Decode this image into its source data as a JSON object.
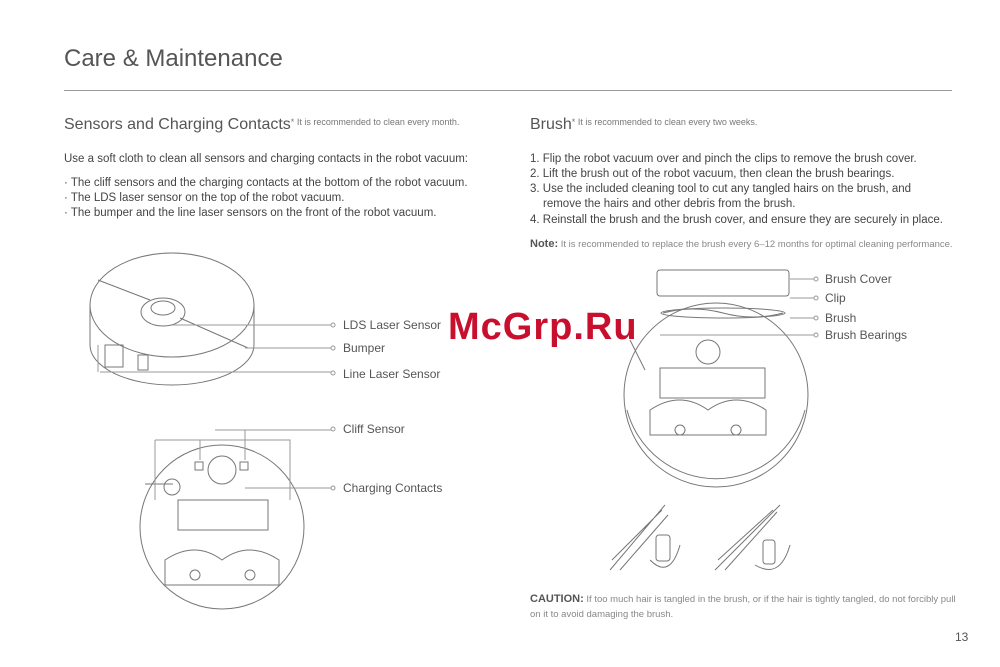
{
  "title": "Care & Maintenance",
  "sensors": {
    "heading": "Sensors and Charging Contacts",
    "asterisk": "*",
    "hint": "It is recommended to clean every month.",
    "intro": "Use a soft cloth to clean all sensors and charging contacts in the robot vacuum:",
    "bullets": [
      "· The cliff sensors and the charging contacts at the bottom of the robot vacuum.",
      "· The LDS laser sensor on the top of the robot vacuum.",
      "· The bumper and the line laser sensors on the front of the robot vacuum."
    ],
    "labels": [
      "LDS Laser Sensor",
      "Bumper",
      "Line Laser Sensor",
      "Cliff Sensor",
      "Charging Contacts"
    ]
  },
  "brush": {
    "heading": "Brush",
    "asterisk": "*",
    "hint": "It is recommended to clean every two weeks.",
    "steps": [
      "1. Flip the robot vacuum over and pinch the clips to remove the brush cover.",
      "2. Lift the brush out of the robot vacuum, then clean the brush bearings.",
      "3. Use the included cleaning tool to cut any tangled hairs on the brush, and",
      "remove the hairs and other debris from the brush.",
      "4. Reinstall the brush and the brush cover, and ensure they are securely in place."
    ],
    "note_label": "Note:",
    "note": "It is recommended to replace the brush every 6–12 months for optimal cleaning performance.",
    "labels": [
      "Brush Cover",
      "Clip",
      "Brush",
      "Brush Bearings"
    ],
    "caution_label": "CAUTION:",
    "caution": "If too much hair is tangled in the brush, or if the hair is tightly tangled, do not forcibly pull on it to avoid damaging the brush."
  },
  "watermark": "McGrp.Ru",
  "page_number": "13"
}
